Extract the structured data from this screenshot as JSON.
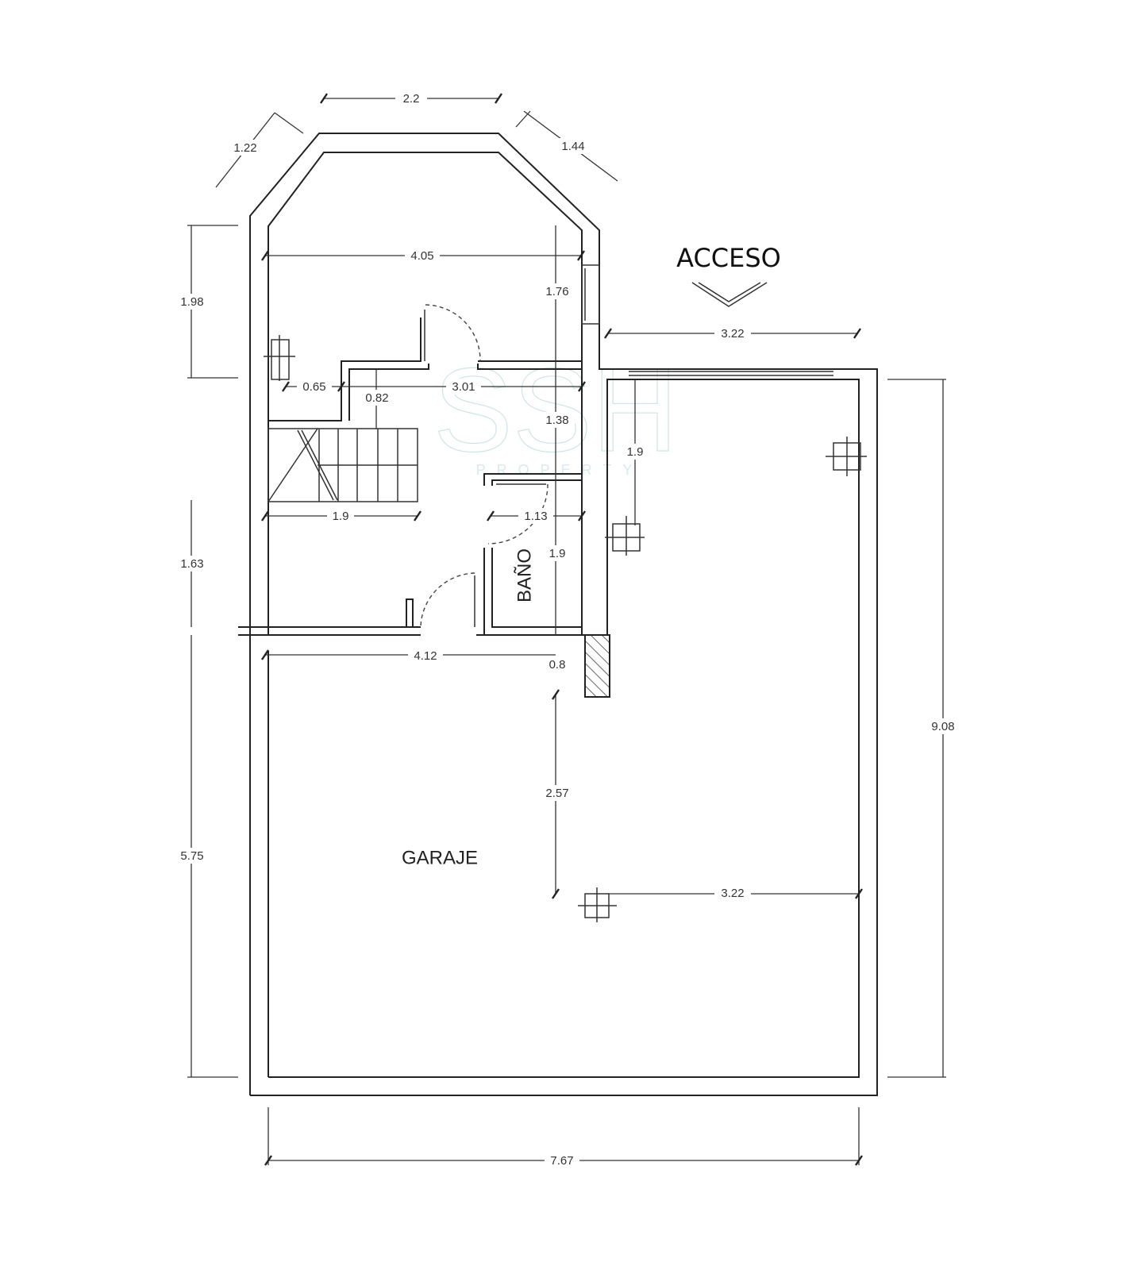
{
  "rooms": {
    "garage": "GARAJE",
    "bathroom": "BAÑO"
  },
  "access_label": "ACCESO",
  "watermark": {
    "logo": "SSH",
    "sub": "PROPERTY"
  },
  "dimensions": {
    "top_width": "2.2",
    "top_left_diag": "1.22",
    "top_right_diag": "1.44",
    "left_upper": "1.98",
    "upper_room_width": "4.05",
    "upper_room_depth": "1.76",
    "access_width": "3.22",
    "niche_width": "0.65",
    "hall_depth": "0.82",
    "hall_width": "3.01",
    "hall_right": "1.38",
    "door_side": "1.9",
    "stair_width": "1.9",
    "bath_width": "1.13",
    "bath_depth": "1.9",
    "left_mid": "1.63",
    "lower_hall_width": "4.12",
    "wall_gap": "0.8",
    "garage_col_depth": "2.57",
    "garage_col_width": "3.22",
    "left_lower": "5.75",
    "right_total": "9.08",
    "bottom_total": "7.67"
  }
}
